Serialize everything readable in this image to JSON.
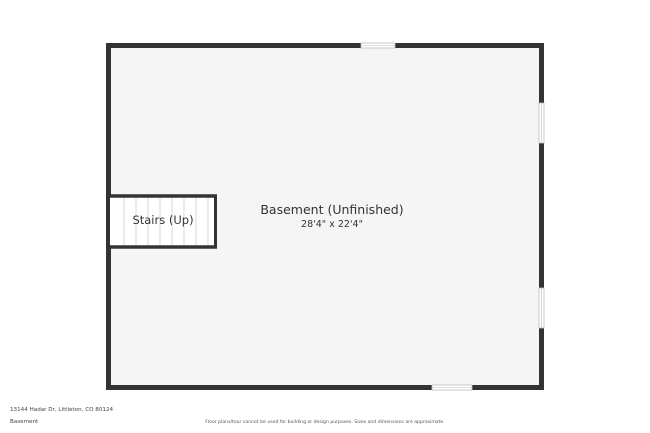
{
  "floor_plan": {
    "room": {
      "name": "Basement (Unfinished)",
      "dimensions": "28'4\" x 22'4\""
    },
    "stairs": {
      "label": "Stairs (Up)"
    },
    "colors": {
      "wall": "#333333",
      "floor": "#f5f5f5",
      "window_fill": "#ffffff",
      "window_line": "#bdbdbd"
    }
  },
  "footer": {
    "address": "13144 Hadar Dr, Littleton, CO 80124",
    "level": "Basement",
    "disclaimer": "Floor plans/tour cannot be used for building or design purposes. Sizes and dimensions are approximate."
  }
}
